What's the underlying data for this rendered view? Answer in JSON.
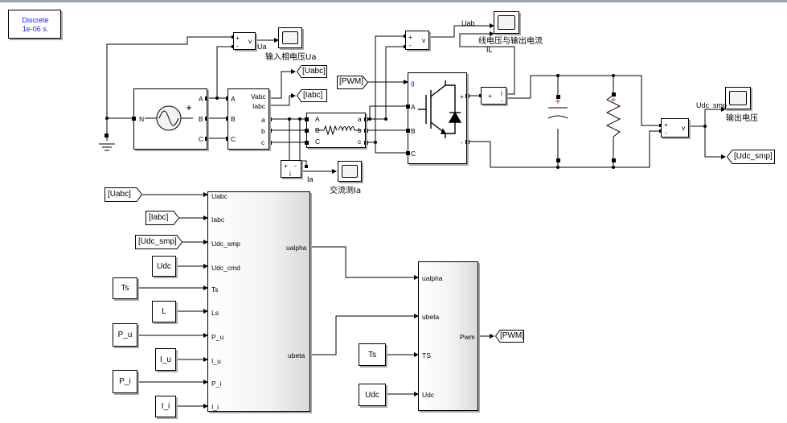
{
  "solver": {
    "line1": "Discrete",
    "line2": "1e-06 s."
  },
  "blocks": {
    "source": {
      "n": "N",
      "a": "A",
      "b": "B",
      "c": "C"
    },
    "meas": {
      "a_in": "A",
      "b_in": "B",
      "c_in": "C",
      "vabc": "Vabc",
      "iabc": "Iabc",
      "a": "a",
      "b": "b",
      "c": "c"
    },
    "rl": {
      "a_in": "A",
      "b_in": "B",
      "c_in": "C",
      "a": "a",
      "b": "b",
      "c": "c"
    },
    "igbt": {
      "g": "g",
      "a": "A",
      "b": "B",
      "c": "C",
      "plus": "+",
      "minus": "-"
    },
    "ctrl": {
      "in": [
        "Uabc",
        "Iabc",
        "Udc_smp",
        "Udc_cmd",
        "Ts",
        "Ls",
        "P_u",
        "I_u",
        "P_i",
        "I_i"
      ],
      "out": [
        "ualpha",
        "ubeta"
      ]
    },
    "pwm": {
      "in": [
        "ualpha",
        "ubeta",
        "TS",
        "Udc"
      ],
      "out": "Pwm"
    },
    "vm_ua": {
      "plus": "+",
      "minus": "-",
      "v": "v"
    },
    "vm_uab": {
      "plus": "+",
      "minus": "-",
      "v": "v"
    },
    "vm_udc": {
      "plus": "+",
      "minus": "-",
      "v": "v"
    },
    "cm_ia": {
      "plus": "+",
      "minus": "-",
      "i": "i"
    },
    "cm_il": {
      "plus": "+",
      "minus": "-",
      "i": "i"
    }
  },
  "signals": {
    "ua": "Ua",
    "uab": "Uab",
    "ia": "Ia",
    "il": "IL",
    "udc_smp": "Udc_smp"
  },
  "scopes": {
    "input_phase_voltage": "输入相电压Ua",
    "line_voltage_output_current": "线电压与输出电流",
    "output_voltage": "输出电压",
    "ac_source_ia": "交流测Ia"
  },
  "tags": {
    "from_uabc": "[Uabc]",
    "from_iabc": "[Iabc]",
    "from_udc_smp": "[Udc_smp]",
    "from_pwm": "[PWM]",
    "goto_uabc": "[Uabc]",
    "goto_iabc": "[Iabc]",
    "goto_udc_smp": "[Udc_smp]",
    "goto_pwm": "[PWM]"
  },
  "constants": {
    "udc": "Udc",
    "ts": "Ts",
    "l": "L",
    "p_u": "P_u",
    "i_u": "I_u",
    "p_i": "P_i",
    "i_i": "I_i",
    "ts2": "Ts",
    "udc2": "Udc"
  },
  "colors": {
    "wire": "#000000",
    "solver_text": "#1a1aff",
    "cap_plus": "#e53935"
  }
}
